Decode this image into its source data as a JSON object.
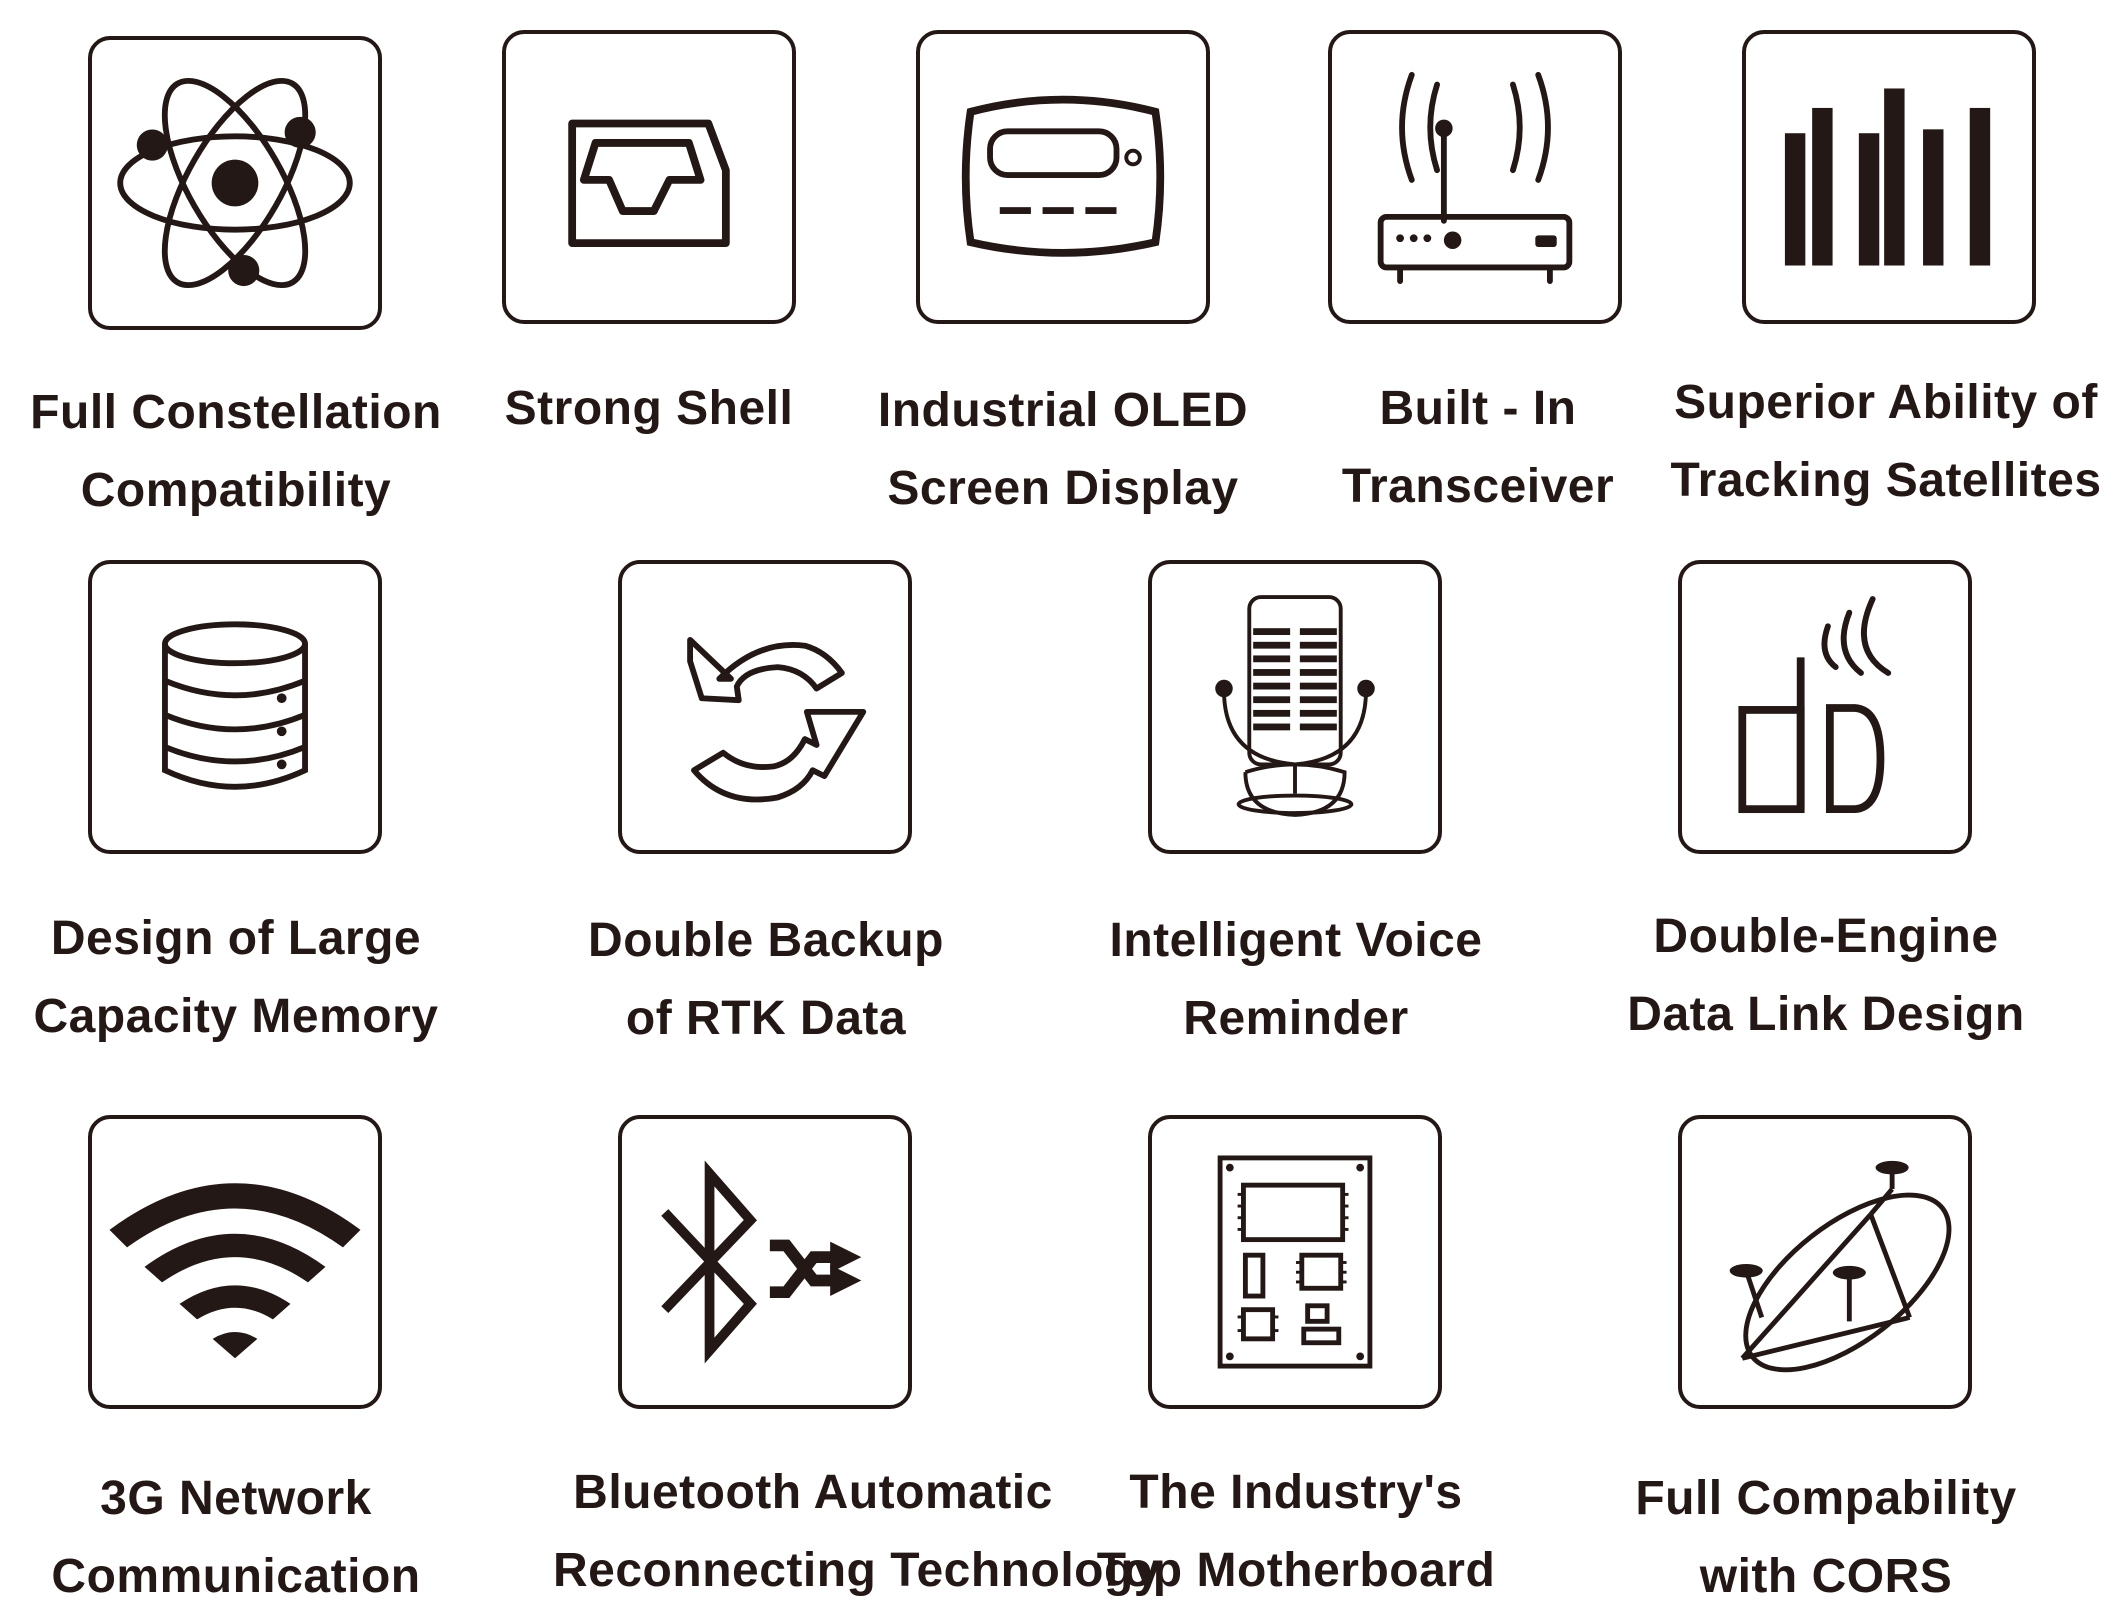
{
  "features": [
    {
      "icon": "atom-icon",
      "line1": "Full Constellation",
      "line2": "Compatibility"
    },
    {
      "icon": "tray-icon",
      "line1": "Strong Shell",
      "line2": ""
    },
    {
      "icon": "oled-screen-icon",
      "line1": "Industrial OLED",
      "line2": "Screen Display"
    },
    {
      "icon": "router-icon",
      "line1": "Built - In",
      "line2": "Transceiver"
    },
    {
      "icon": "signal-bars-icon",
      "line1": "Superior Ability of",
      "line2": "Tracking Satellites"
    },
    {
      "icon": "database-icon",
      "line1": "Design of Large",
      "line2": "Capacity Memory"
    },
    {
      "icon": "sync-arrows-icon",
      "line1": "Double Backup",
      "line2": "of RTK Data"
    },
    {
      "icon": "microphone-icon",
      "line1": "Intelligent Voice",
      "line2": "Reminder"
    },
    {
      "icon": "data-link-icon",
      "line1": "Double-Engine",
      "line2": "Data Link Design"
    },
    {
      "icon": "wifi-icon",
      "line1": "3G Network",
      "line2": "Communication"
    },
    {
      "icon": "bluetooth-icon",
      "line1": "Bluetooth Automatic",
      "line2": "Reconnecting Technology"
    },
    {
      "icon": "motherboard-icon",
      "line1": "The Industry's",
      "line2": "Top Motherboard"
    },
    {
      "icon": "cors-icon",
      "line1": "Full Compability",
      "line2": "with CORS"
    }
  ],
  "colors": {
    "ink": "#231815",
    "background": "#ffffff"
  }
}
